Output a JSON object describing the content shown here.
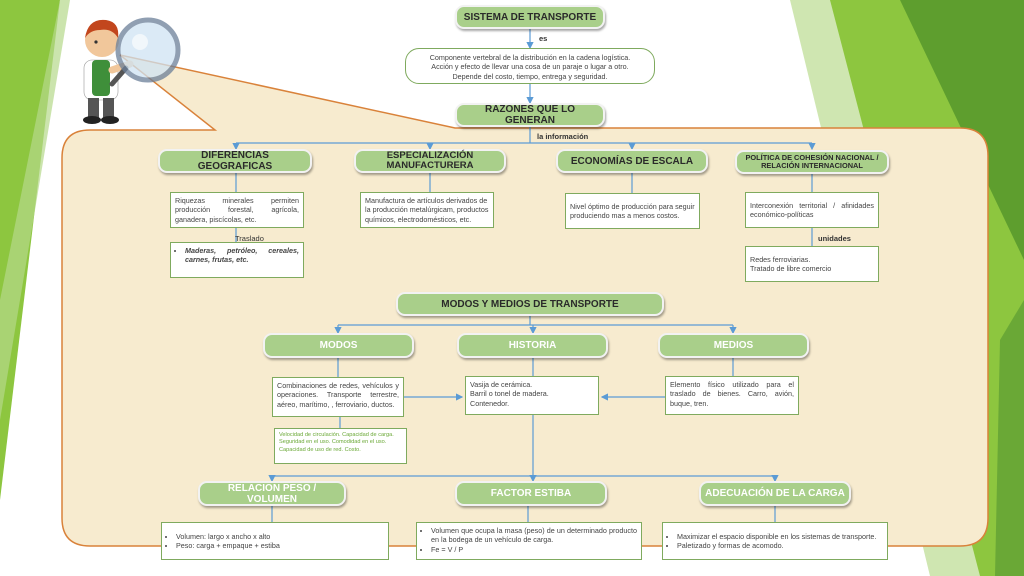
{
  "top": {
    "title": "SISTEMA DE TRANSPORTE",
    "link_es": "es",
    "definition": [
      "Componente vertebral de la distribución en la cadena logística.",
      "Acción y efecto de llevar una cosa de un paraje o lugar a otro.",
      "Depende del costo, tiempo, entrega y seguridad."
    ],
    "reasons": "RAZONES QUE LO GENERAN",
    "link_info": "la información"
  },
  "reasons": [
    {
      "title": "DIFERENCIAS GEOGRAFICAS",
      "text": "Riquezas minerales permiten producción forestal, agrícola, ganadera, piscícolas, etc.",
      "link": "Traslado",
      "sub": "Maderas, petróleo, cereales, carnes, frutas, etc."
    },
    {
      "title": "ESPECIALIZACIÓN MANUFACTURERA",
      "text": "Manufactura de artículos derivados de la producción metalúrgicam, productos químicos, electrodomésticos, etc."
    },
    {
      "title": "ECONOMÍAS DE ESCALA",
      "text": "Nivel óptimo de producción para seguir produciendo mas a menos costos."
    },
    {
      "title": "POLÍTICA DE COHESIÓN NACIONAL / RELACIÓN INTERNACIONAL",
      "text": "Interconexión territorial / afinidades económico-políticas",
      "link": "unidades",
      "sub": [
        "Redes ferroviarias.",
        "Tratado de libre comercio"
      ]
    }
  ],
  "modes": {
    "title": "MODOS Y MEDIOS DE TRANSPORTE",
    "modos": {
      "title": "MODOS",
      "text": "Combinaciones de redes, vehículos y operaciones. Transporte terrestre, aéreo, marítimo, , ferroviario, ductos.",
      "sub": [
        "Velocidad de circulación. Capacidad de carga.",
        "Seguridad en el uso. Comodidad en el uso.",
        "Capacidad de uso de red. Costo."
      ]
    },
    "historia": {
      "title": "HISTORIA",
      "text": [
        "Vasija de cerámica.",
        "Barril o tonel de madera.",
        "Contenedor."
      ]
    },
    "medios": {
      "title": "MEDIOS",
      "text": "Elemento físico utilizado para el traslado de bienes. Carro, avión, buque, tren."
    }
  },
  "bottom": [
    {
      "title": "RELACION PESO / VOLUMEN",
      "items": [
        "Volumen: largo x ancho x alto",
        "Peso: carga + empaque + estiba"
      ]
    },
    {
      "title": "FACTOR ESTIBA",
      "items": [
        "Volumen que ocupa la masa (peso) de un determinado producto en la bodega de un vehículo de carga.",
        "Fe = V / P"
      ]
    },
    {
      "title": "ADECUACIÓN DE LA CARGA",
      "items": [
        "Maximizar el espacio disponible en los sistemas de transporte.",
        "Paletizado y formas de acomodo."
      ]
    }
  ],
  "colors": {
    "accent_green": "#8dc63f",
    "pill_green": "#a9cf8a",
    "callout_fill": "#f7ebcf",
    "callout_border": "#d9823a",
    "arrow_blue": "#5b9bd5"
  },
  "icons": [
    "magnifier-man-icon"
  ]
}
